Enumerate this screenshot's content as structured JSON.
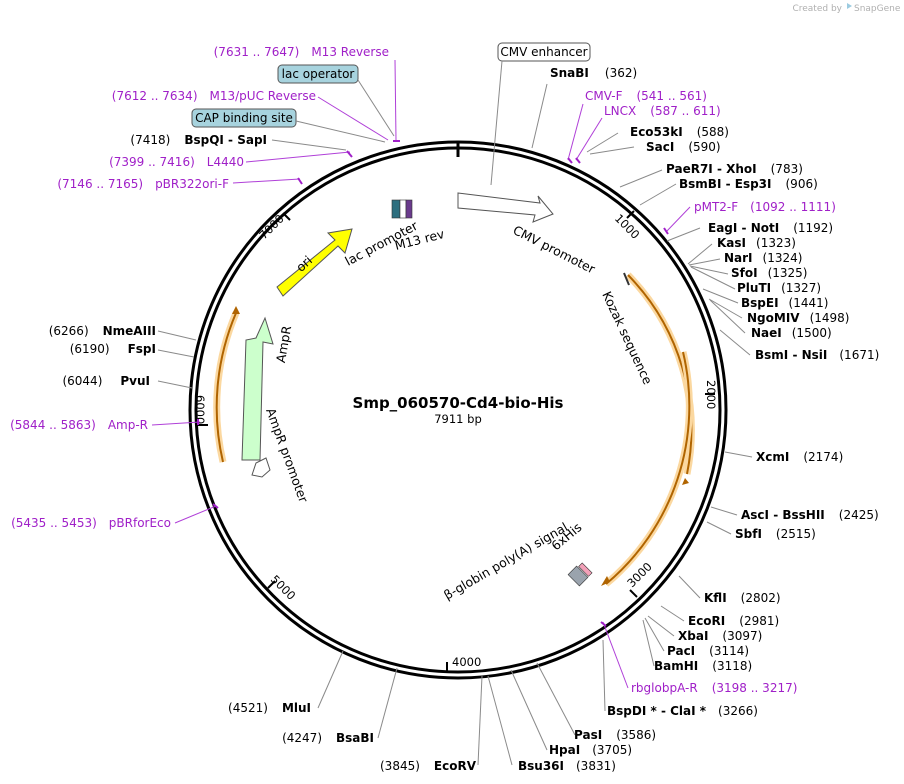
{
  "credit": {
    "prefix": "Created by",
    "brand": "SnapGene"
  },
  "plasmid": {
    "name": "Smp_060570-Cd4-bio-His",
    "size_label": "7911 bp",
    "total_bp": 7911
  },
  "tick_labels": [
    "1000",
    "2000",
    "3000",
    "4000",
    "5000",
    "6000",
    "7000"
  ],
  "boxed_features": [
    {
      "label": "CMV enhancer",
      "fill": "#ffffff"
    },
    {
      "label": "lac operator",
      "fill": "#a7d3de"
    },
    {
      "label": "CAP binding site",
      "fill": "#a7d3de"
    }
  ],
  "enzymes_right": [
    {
      "name": "SnaBI",
      "pos": "(362)"
    },
    {
      "name": "Eco53kI",
      "pos": "(588)"
    },
    {
      "name": "SacI",
      "pos": "(590)"
    },
    {
      "name": "PaeR7I",
      "sep": " - ",
      "name2": "XhoI",
      "pos": "(783)"
    },
    {
      "name": "BsmBI",
      "sep": " - ",
      "name2": "Esp3I",
      "pos": "(906)"
    },
    {
      "name": "EagI",
      "sep": " - ",
      "name2": "NotI",
      "pos": "(1192)"
    },
    {
      "name": "KasI",
      "pos": "(1323)"
    },
    {
      "name": "NarI",
      "pos": "(1324)"
    },
    {
      "name": "SfoI",
      "pos": "(1325)"
    },
    {
      "name": "PluTI",
      "pos": "(1327)"
    },
    {
      "name": "BspEI",
      "pos": "(1441)"
    },
    {
      "name": "NgoMIV",
      "pos": "(1498)"
    },
    {
      "name": "NaeI",
      "pos": "(1500)"
    },
    {
      "name": "BsmI",
      "sep": " - ",
      "name2": "NsiI",
      "pos": "(1671)"
    },
    {
      "name": "XcmI",
      "pos": "(2174)"
    },
    {
      "name": "AscI",
      "sep": " - ",
      "name2": "BssHII",
      "pos": "(2425)"
    },
    {
      "name": "SbfI",
      "pos": "(2515)"
    },
    {
      "name": "KflI",
      "pos": "(2802)"
    },
    {
      "name": "EcoRI",
      "pos": "(2981)"
    },
    {
      "name": "XbaI",
      "pos": "(3097)"
    },
    {
      "name": "PacI",
      "pos": "(3114)"
    },
    {
      "name": "BamHI",
      "pos": "(3118)"
    },
    {
      "name": "BspDI *",
      "sep": " - ",
      "name2": "ClaI *",
      "pos": "(3266)"
    },
    {
      "name": "PasI",
      "pos": "(3586)"
    },
    {
      "name": "HpaI",
      "pos": "(3705)"
    },
    {
      "name": "Bsu36I",
      "pos": "(3831)"
    }
  ],
  "enzymes_left": [
    {
      "name": "EcoRV",
      "pos": "(3845)"
    },
    {
      "name": "BsaBI",
      "pos": "(4247)"
    },
    {
      "name": "MluI",
      "pos": "(4521)"
    },
    {
      "name": "PvuI",
      "pos": "(6044)"
    },
    {
      "name": "FspI",
      "pos": "(6190)"
    },
    {
      "name": "NmeAIII",
      "pos": "(6266)"
    },
    {
      "name": "BspQI",
      "sep": " - ",
      "name2": "SapI",
      "pos": "(7418)"
    }
  ],
  "primers": [
    {
      "name": "M13 Reverse",
      "range": "(7631 .. 7647)"
    },
    {
      "name": "M13/pUC Reverse",
      "range": "(7612 .. 7634)"
    },
    {
      "name": "L4440",
      "range": "(7399 .. 7416)"
    },
    {
      "name": "pBR322ori-F",
      "range": "(7146 .. 7165)"
    },
    {
      "name": "CMV-F",
      "range": "(541 .. 561)"
    },
    {
      "name": "LNCX",
      "range": "(587 .. 611)"
    },
    {
      "name": "pMT2-F",
      "range": "(1092 .. 1111)"
    },
    {
      "name": "rbglobpA-R",
      "range": "(3198 .. 3217)"
    },
    {
      "name": "Amp-R",
      "range": "(5844 .. 5863)"
    },
    {
      "name": "pBRforEco",
      "range": "(5435 .. 5453)"
    }
  ],
  "features": {
    "ori": "ori",
    "ampr": "AmpR",
    "ampr_promoter": "AmpR promoter",
    "lac_promoter": "lac promoter",
    "m13_rev": "M13 rev",
    "cmv_promoter": "CMV promoter",
    "kozak": "Kozak sequence",
    "his": "6xHis",
    "polya": "β-globin poly(A) signal"
  },
  "colors": {
    "ori": "#ffff00",
    "ampr": "#ccffcc",
    "orf": "#f5a623",
    "primer": "#a020c8",
    "backbone": "#000000"
  }
}
